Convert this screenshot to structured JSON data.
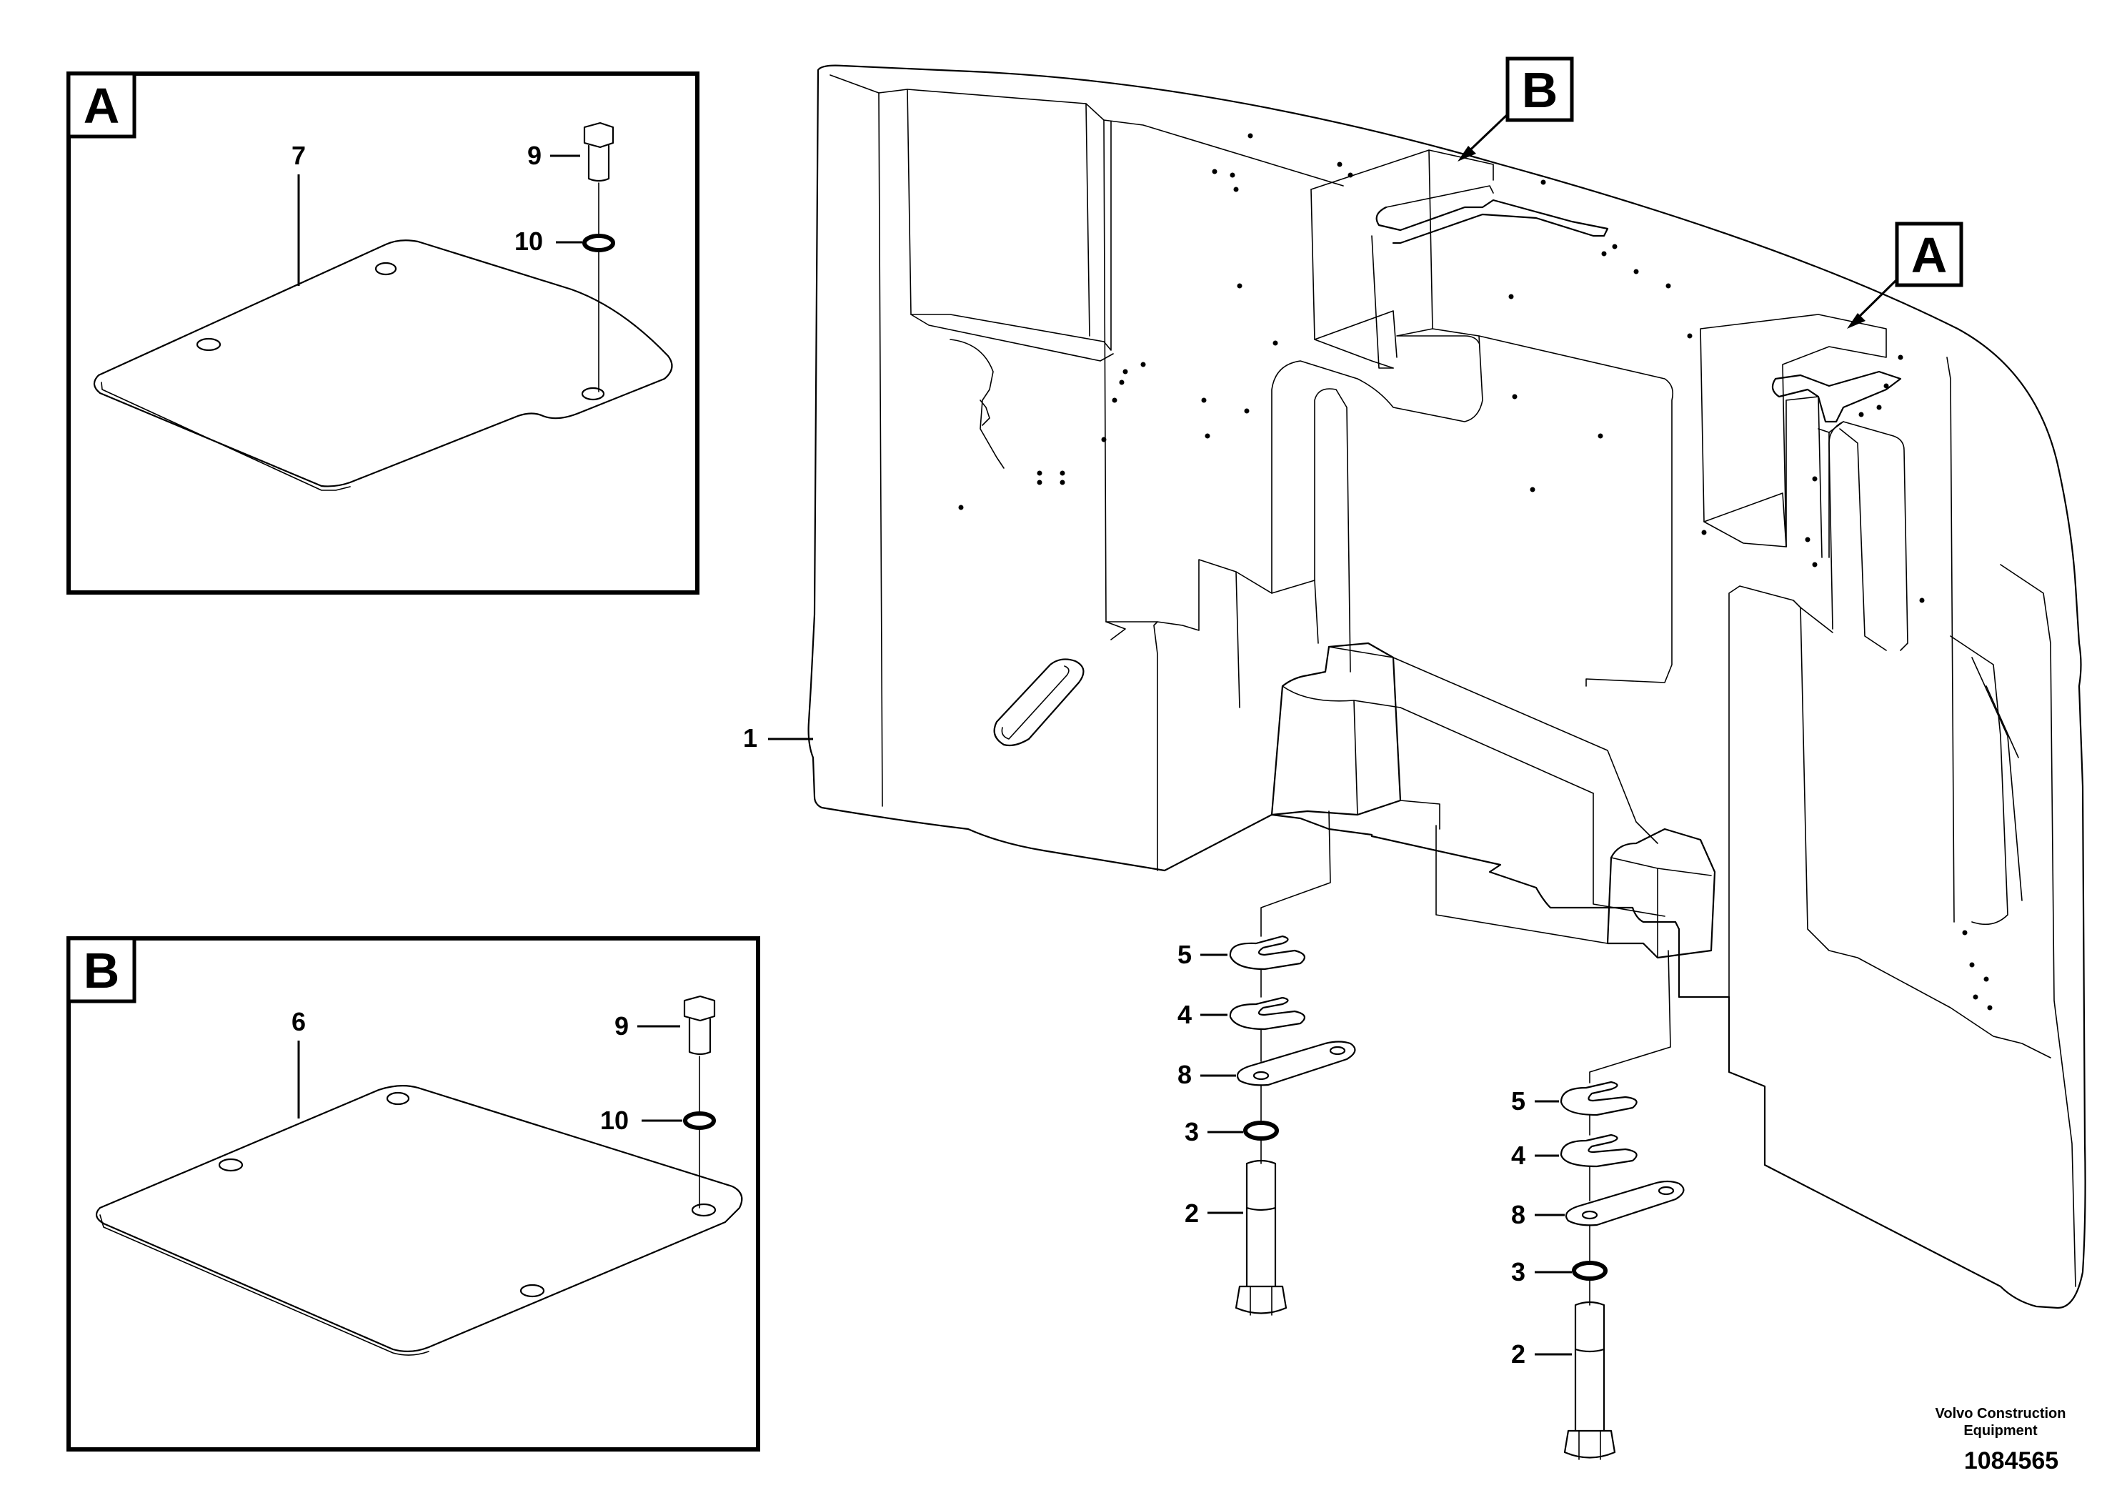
{
  "detail_a": {
    "letter": "A",
    "labels": {
      "plate": "7",
      "bolt": "9",
      "washer": "10"
    }
  },
  "detail_b": {
    "letter": "B",
    "labels": {
      "plate": "6",
      "bolt": "9",
      "washer": "10"
    }
  },
  "callouts": {
    "b": "B",
    "a": "A"
  },
  "main": {
    "counterweight": "1",
    "stack_left": {
      "shim_5": "5",
      "shim_4": "4",
      "plate_8": "8",
      "washer_3": "3",
      "bolt_2": "2"
    },
    "stack_right": {
      "shim_5": "5",
      "shim_4": "4",
      "plate_8": "8",
      "washer_3": "3",
      "bolt_2": "2"
    }
  },
  "footer": {
    "brand_line1": "Volvo Construction",
    "brand_line2": "Equipment",
    "doc_number": "1084565"
  }
}
